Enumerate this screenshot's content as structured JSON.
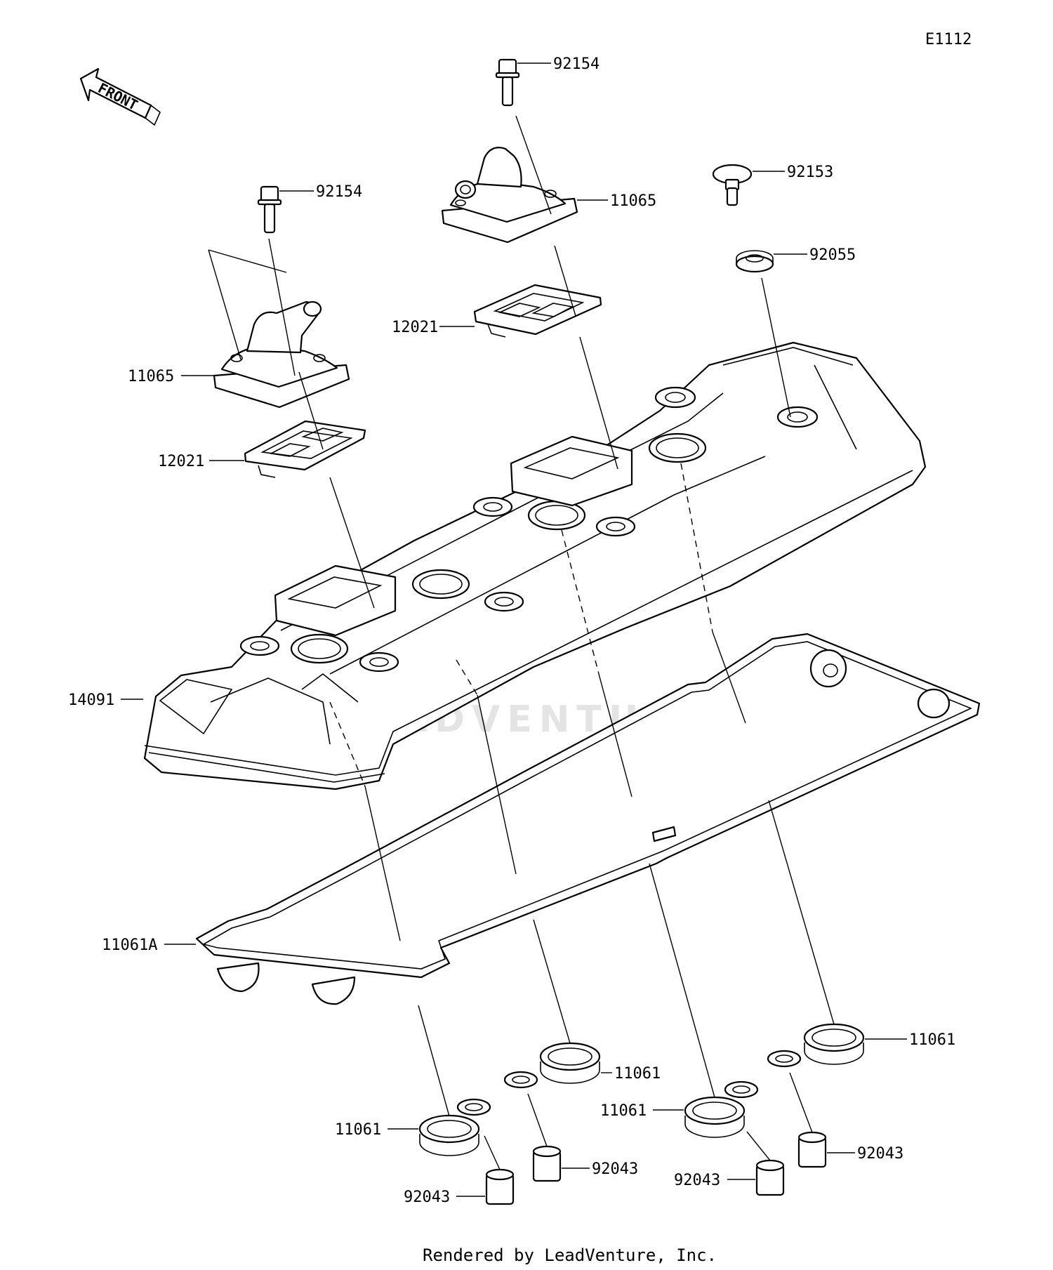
{
  "diagram_code": "E1112",
  "direction": {
    "label": "FRONT",
    "icon": "front-arrow-icon"
  },
  "watermark": "LEADVENTURE",
  "footer": "Rendered by LeadVenture, Inc.",
  "callouts": {
    "bolt_top_center": "92154",
    "bolt_left": "92154",
    "bolt_right": "92153",
    "washer_right": "92055",
    "breather_cover_right": "11065",
    "breather_cover_left": "11065",
    "reed_valve_right": "12021",
    "reed_valve_left": "12021",
    "cylinder_head_cover": "14091",
    "cover_gasket": "11061A",
    "gasket_far_right": "11061",
    "gasket_mid_left": "11061",
    "gasket_left": "11061",
    "gasket_mid_right": "11061",
    "collar_right": "92043",
    "collar_mid_left": "92043",
    "collar_left": "92043",
    "collar_mid_right": "92043"
  }
}
